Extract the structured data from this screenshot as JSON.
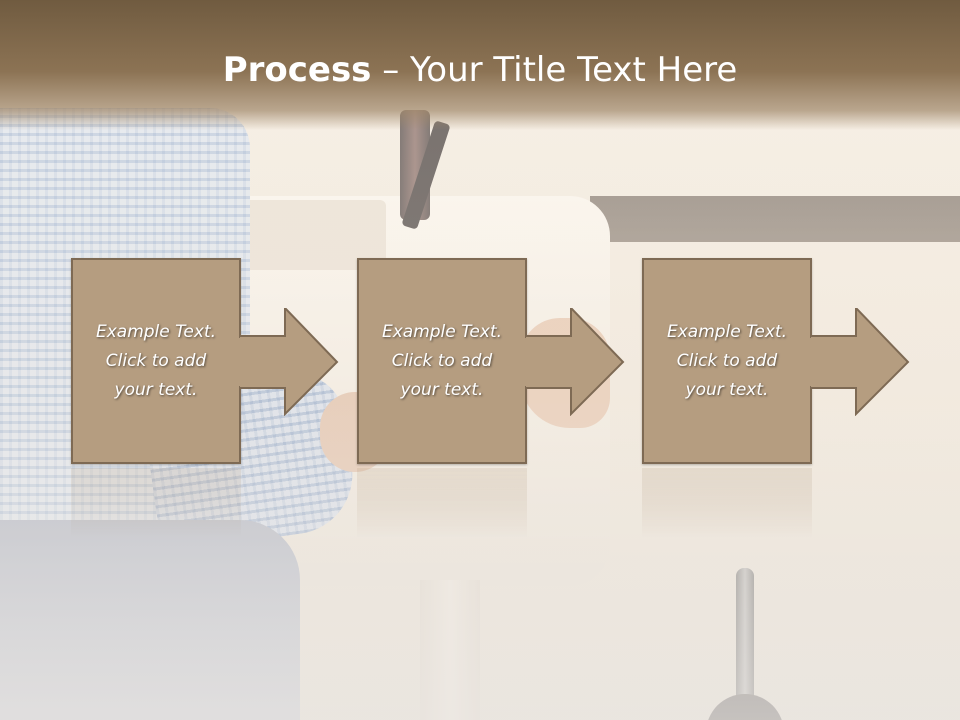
{
  "slide": {
    "title_bold": "Process",
    "title_rest": " – Your Title Text Here"
  },
  "steps": [
    {
      "lines": [
        "Example Text.",
        "Click  to add",
        "your text."
      ]
    },
    {
      "lines": [
        "Example Text.",
        "Click  to add",
        "your text."
      ]
    },
    {
      "lines": [
        "Example Text.",
        "Click  to add",
        "your text."
      ]
    }
  ],
  "colors": {
    "header": "#8c7354",
    "box_fill": "#b59d80",
    "box_border": "#7e6a54",
    "text": "#ffffff"
  }
}
